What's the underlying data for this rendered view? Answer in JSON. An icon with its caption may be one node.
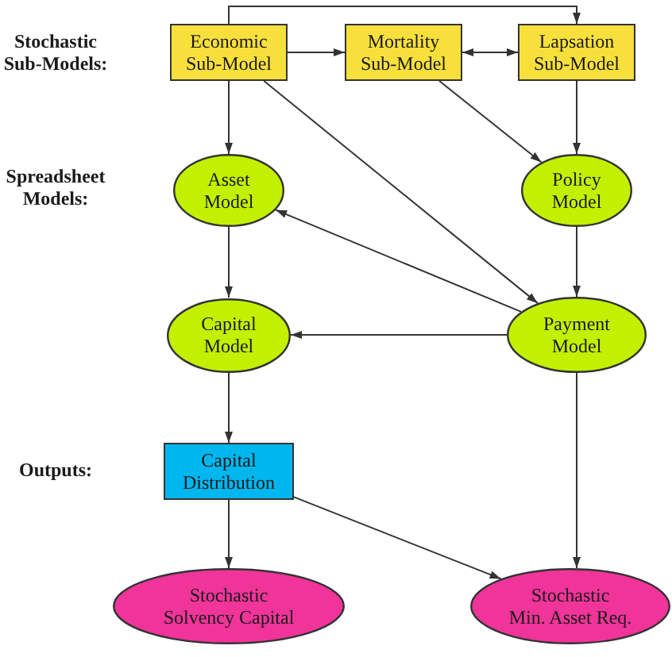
{
  "diagram": {
    "nodes": [
      {
        "text": [
          "Economic Sub-Model"
        ]
      },
      {
        "text": [
          "Mortality Sub-Model"
        ]
      },
      {
        "text": [
          "Lapsation Sub-Model"
        ]
      },
      {
        "text": [
          "Asset Model"
        ]
      },
      {
        "text": [
          "Policy Model"
        ]
      },
      {
        "text": [
          "Capital Model"
        ]
      },
      {
        "text": [
          "Payment Model"
        ]
      },
      {
        "text": [
          "Capital Distribution"
        ]
      },
      {
        "text": [
          "Stochastic Solvency Capital"
        ]
      },
      {
        "text": [
          "Stochastic Min. Asset Req."
        ]
      }
    ],
    "edges": [
      {
        "from": 0,
        "to": 1,
        "arrow": "to"
      },
      {
        "from": 1,
        "to": 2,
        "arrow": "both"
      },
      {
        "from": 0,
        "to": 2,
        "arrow": "to"
      },
      {
        "from": 0,
        "to": 3,
        "arrow": "to"
      },
      {
        "from": 0,
        "to": 6,
        "arrow": "to"
      },
      {
        "from": 1,
        "to": 4,
        "arrow": "to"
      },
      {
        "from": 2,
        "to": 4,
        "arrow": "to"
      },
      {
        "from": 6,
        "to": 3,
        "arrow": "to"
      },
      {
        "from": 3,
        "to": 5,
        "arrow": "to"
      },
      {
        "from": 4,
        "to": 6,
        "arrow": "to"
      },
      {
        "from": 6,
        "to": 5,
        "arrow": "to"
      },
      {
        "from": 5,
        "to": 7,
        "arrow": "to"
      },
      {
        "from": 7,
        "to": 8,
        "arrow": "to"
      },
      {
        "from": 7,
        "to": 9,
        "arrow": "to"
      },
      {
        "from": 6,
        "to": 9,
        "arrow": "to"
      }
    ],
    "labels": [
      "Stochastic Sub-Models:",
      "Spreadsheet Models:",
      "Outputs:"
    ]
  }
}
